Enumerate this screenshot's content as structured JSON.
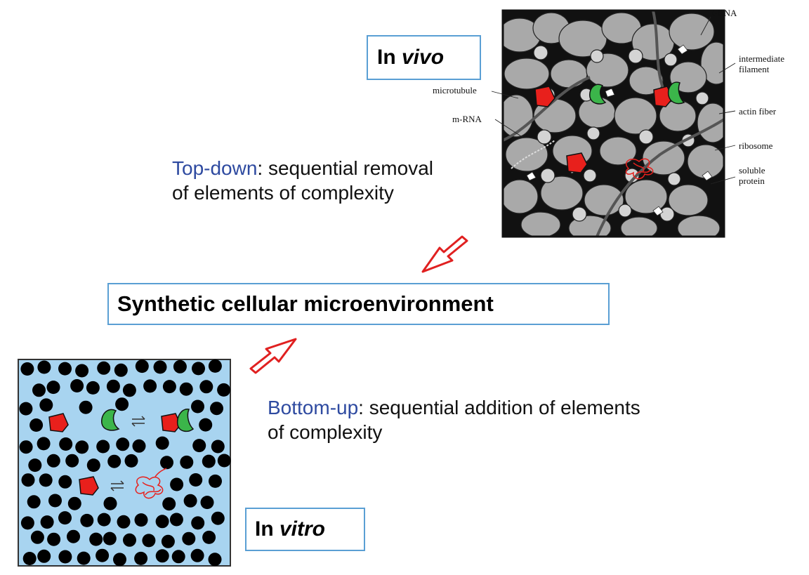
{
  "in_vivo": {
    "prefix": "In ",
    "italic": "vivo"
  },
  "in_vitro": {
    "prefix": "In ",
    "italic": "vitro"
  },
  "center_title": "Synthetic cellular microenvironment",
  "top_down": {
    "keyword": "Top-down",
    "text": ": sequential removal of elements of complexity"
  },
  "bottom_up": {
    "keyword": "Bottom-up",
    "text": ": sequential addition of elements of complexity"
  },
  "cell_labels": {
    "trna": "t-RNA",
    "intermediate_filament_1": "intermediate",
    "intermediate_filament_2": "filament",
    "microtubule": "microtubule",
    "actin_fiber": "actin fiber",
    "mrna": "m-RNA",
    "ribosome": "ribosome",
    "soluble_protein_1": "soluble",
    "soluble_protein_2": "protein"
  },
  "colors": {
    "box_border": "#5a9fd4",
    "keyword_blue": "#2e4aa0",
    "arrow_red": "#e02020",
    "protein_red": "#e8201c",
    "protein_green": "#3bb54a",
    "in_vitro_bg": "#a8d4f0",
    "crowder": "#000000"
  },
  "icons": [
    "equilibrium-arrows-icon",
    "unfolded-protein-icon",
    "hollow-arrow-icon"
  ]
}
